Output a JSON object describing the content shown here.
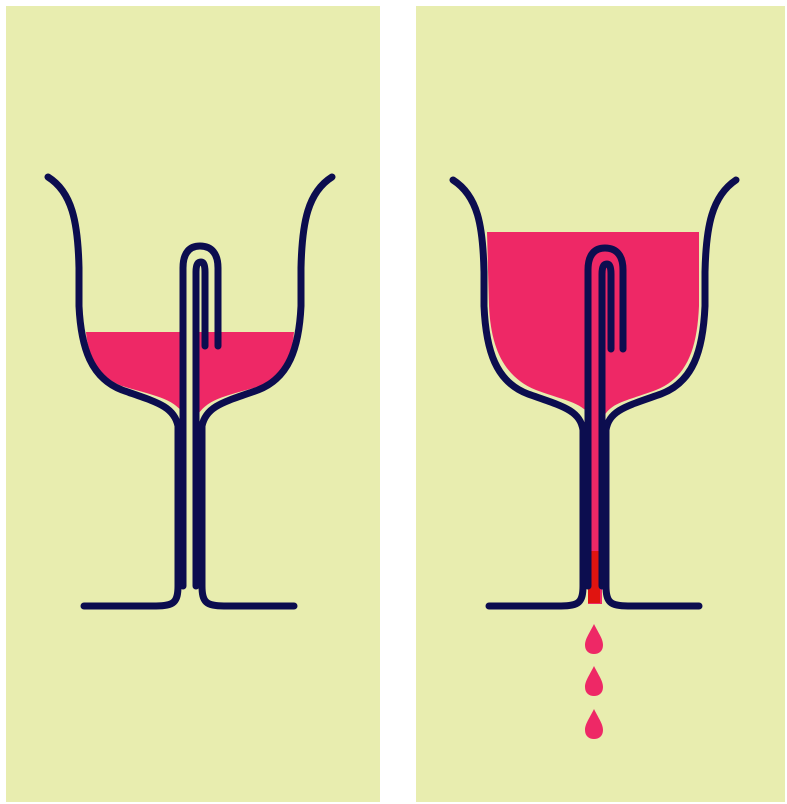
{
  "diagram": {
    "panels": [
      {
        "id": "left",
        "state": "partially-filled",
        "shows_drops": false
      },
      {
        "id": "right",
        "state": "filled-overflowing",
        "shows_drops": true,
        "drop_count": 3
      }
    ]
  },
  "colors": {
    "background": "#e8edaf",
    "outline": "#0c0d4f",
    "liquid": "#ee2866",
    "flow": "#e01410",
    "page": "#ffffff"
  }
}
